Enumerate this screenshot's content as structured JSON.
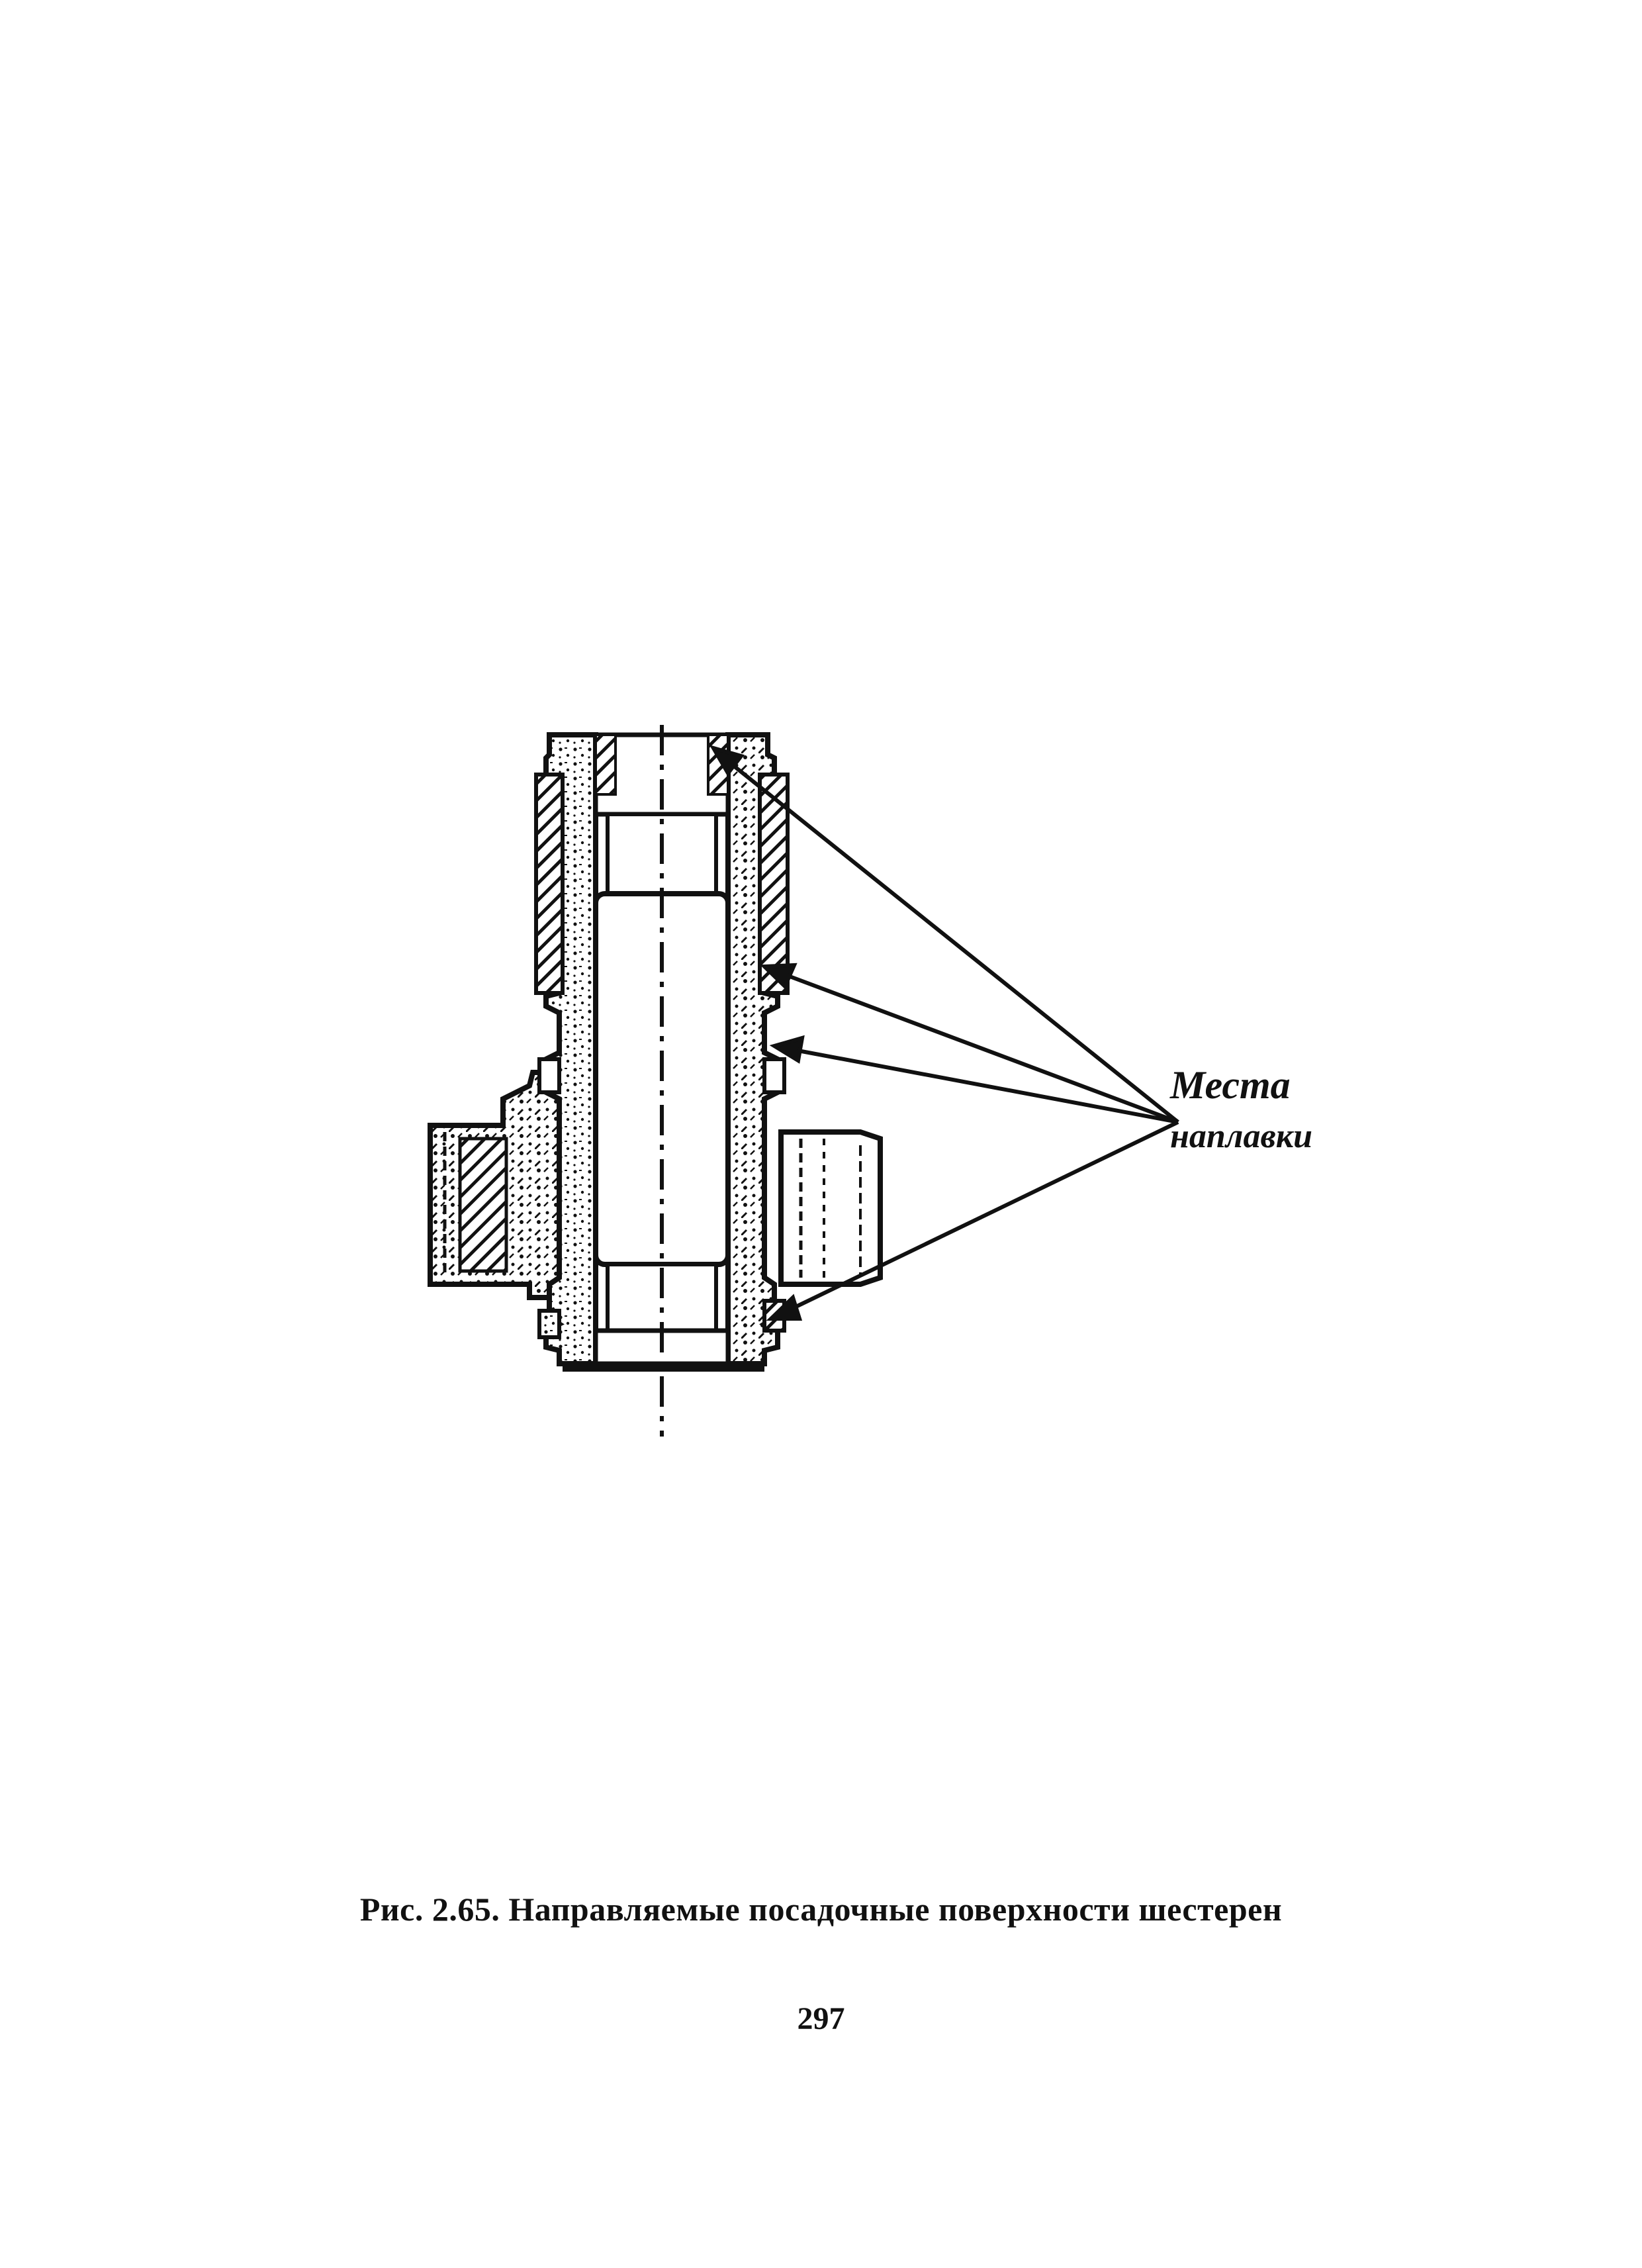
{
  "figure": {
    "callout_line1": "Места",
    "callout_line2": "наплавки",
    "caption": "Рис. 2.65. Направляемые посадочные поверхности шестерен"
  },
  "page_number": "297"
}
